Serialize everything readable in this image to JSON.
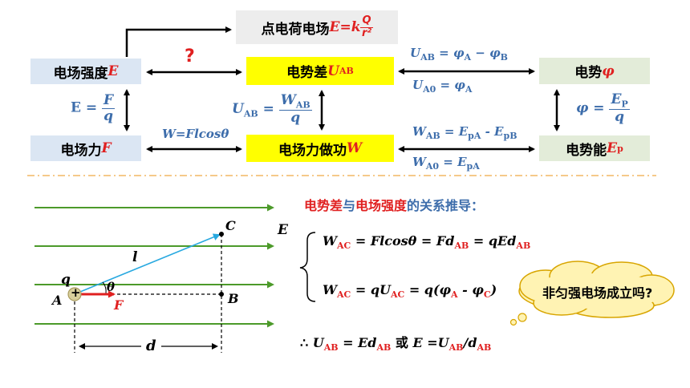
{
  "concept_map": {
    "top_box": {
      "text": "点电荷电场 ",
      "formula_lhs": "E",
      "formula_eq": " = ",
      "formula_k": "k",
      "formula_num": "Q",
      "formula_den": "r²"
    },
    "field_strength": {
      "text": "电场强度",
      "symbol": "E"
    },
    "potential_diff": {
      "text": "电势差",
      "symbol": "U",
      "sub": "AB"
    },
    "potential": {
      "text": "电势",
      "symbol": "φ"
    },
    "field_force": {
      "text": "电场力",
      "symbol": "F"
    },
    "field_work": {
      "text": "电场力做功",
      "symbol": "W"
    },
    "potential_energy": {
      "text": "电势能",
      "symbol": "E",
      "sub": "p"
    },
    "question_mark": "?",
    "eq_E_F_q": {
      "lhs": "E =",
      "num": "F",
      "den": "q"
    },
    "eq_U_W_q": {
      "lhs_U": "U",
      "lhs_sub": "AB",
      "lhs_eq": " =",
      "num_W": "W",
      "num_sub": "AB",
      "den": "q"
    },
    "eq_phi": {
      "lhs": "φ =",
      "num": "E",
      "num_sub": "P",
      "den": "q"
    },
    "eq_W_Flcos": "W=Flcosθ",
    "eq_U_ab_top": {
      "U": "U",
      "sub": "AB",
      "rest": " = φ",
      "sa": "A",
      "mid": " − φ",
      "sb": "B"
    },
    "eq_U_a0": {
      "U": "U",
      "sub": "A0",
      "rest": " = φ",
      "sa": "A"
    },
    "eq_W_ab": {
      "W": "W",
      "sub": "AB",
      "mid": " = E",
      "s1": "pA",
      "mid2": " - E",
      "s2": "pB"
    },
    "eq_W_a0": {
      "W": "W",
      "sub": "A0",
      "mid": " = E",
      "s1": "pA"
    }
  },
  "derivation": {
    "heading_part1": "电势差",
    "heading_part2": "与",
    "heading_part3": "电场强度",
    "heading_part4": "的关系推导：",
    "line1": {
      "W": "W",
      "sub1": "AC",
      "t1": " = Flcosθ = Fd",
      "sub2": "AB",
      "t2": " = qEd",
      "sub3": "AB"
    },
    "line2": {
      "W": "W",
      "sub1": "AC",
      "t1": " = qU",
      "sub2": "AC",
      "t2": " = q(φ",
      "sub3": "A",
      "t3": " - φ",
      "sub4": "C",
      "t4": ")"
    },
    "line3": {
      "therefore": "∴",
      "U": "  U",
      "sub1": "AB",
      "t1": " = Ed",
      "sub2": "AB",
      "huo": "  或 ",
      "t2": "E =U",
      "sub3": "AB",
      "t3": "/d",
      "sub4": "AB"
    },
    "cloud_text": "非匀强电场成立吗?"
  },
  "field_diagram": {
    "label_E": "E",
    "label_C": "C",
    "label_B": "B",
    "label_A": "A",
    "label_q": "q",
    "label_l": "l",
    "label_theta": "θ",
    "label_F": "F",
    "label_d": "d",
    "charge": "+"
  }
}
